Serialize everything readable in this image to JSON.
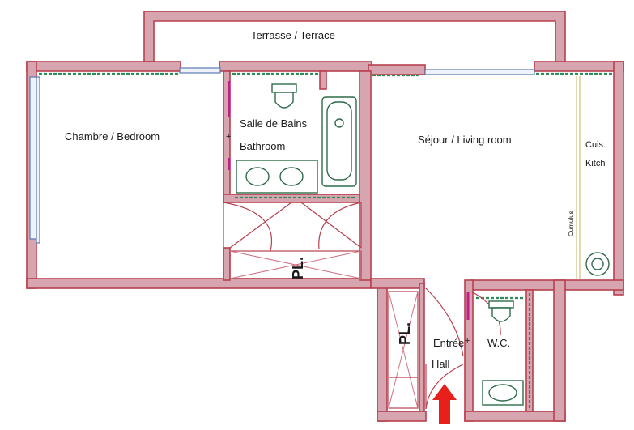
{
  "plan": {
    "terrace_label": "Terrasse / Terrace",
    "bedroom_label": "Chambre / Bedroom",
    "bathroom_label_fr": "Salle de Bains",
    "bathroom_label_en": "Bathroom",
    "living_label": "Séjour / Living room",
    "kitchen_label_fr": "Cuis.",
    "kitchen_label_en": "Kitch",
    "cumulus_label": "Cumulus",
    "closet_label_1": "PL.",
    "closet_label_2": "PL.",
    "entrance_label_fr": "Entrée",
    "entrance_label_en": "Hall",
    "wc_label": "W.C."
  },
  "colors": {
    "wall": "#d7a5b0",
    "wall_outline": "#b8404f",
    "fixture": "#2e6b4a",
    "entrance_arrow": "#e8201c"
  }
}
